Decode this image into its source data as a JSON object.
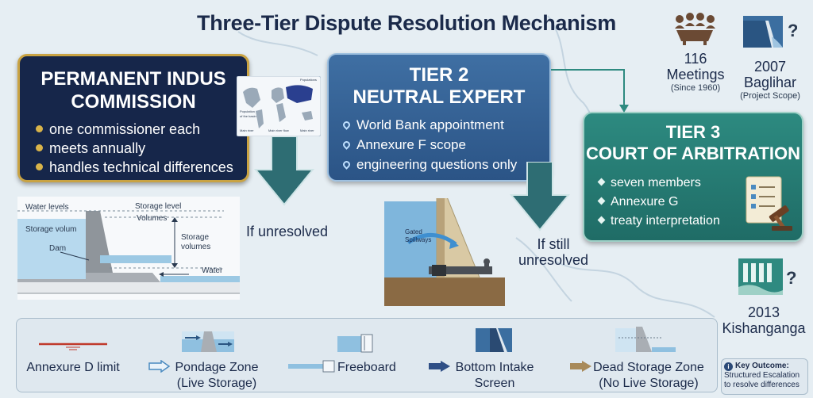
{
  "title": "Three-Tier Dispute Resolution Mechanism",
  "tier1": {
    "title_line1": "PERMANENT INDUS",
    "title_line2": "COMMISSION",
    "bullets": [
      "one commissioner each",
      "meets annually",
      "handles technical differences"
    ]
  },
  "tier2": {
    "title_line1": "TIER 2",
    "title_line2": "NEUTRAL EXPERT",
    "bullets": [
      "World Bank appointment",
      "Annexure F scope",
      "engineering questions only"
    ]
  },
  "tier3": {
    "title_line1": "TIER 3",
    "title_line2": "COURT OF ARBITRATION",
    "bullets": [
      "seven members",
      "Annexure G",
      "treaty interpretation"
    ]
  },
  "flow": {
    "if_unresolved": "If unresolved",
    "if_still_line1": "If still",
    "if_still_line2": "unresolved"
  },
  "stats": {
    "meetings_value": "116",
    "meetings_label": "Meetings",
    "meetings_note": "(Since 1960)",
    "baglihar_year": "2007",
    "baglihar_name": "Baglihar",
    "baglihar_note": "(Project Scope)",
    "kishanganga_year": "2013",
    "kishanganga_name": "Kishanganga"
  },
  "dam_diagram": {
    "water_levels": "Water levels",
    "storage_level": "Storage level",
    "volumes": "Volumes",
    "storage_volum": "Storage volum",
    "storage_volumes_line1": "Storage",
    "storage_volumes_line2": "volumes",
    "dam": "Dam",
    "water": "Water"
  },
  "spillway_diagram": {
    "gated_line1": "Gated",
    "gated_line2": "Spillways"
  },
  "legend": {
    "items": [
      {
        "line1": "Annexure D limit",
        "line2": ""
      },
      {
        "line1": "Pondage Zone",
        "line2": "(Live Storage)"
      },
      {
        "line1": "Freeboard",
        "line2": ""
      },
      {
        "line1": "Bottom Intake",
        "line2": "Screen"
      },
      {
        "line1": "Dead Storage Zone",
        "line2": "(No Live Storage)"
      }
    ],
    "key_title": "Key Outcome:",
    "key_line1": "Structured Escalation",
    "key_line2": "to resolve differences"
  },
  "colors": {
    "tier1": "#16264a",
    "tier1_border": "#c9a343",
    "tier2": "#2f5d91",
    "tier3": "#237a72",
    "arrow": "#2e6d73",
    "annexure_d": "#c0392b"
  },
  "icons": [
    "meeting-table-icon",
    "dam-question-icon",
    "map-inset-icon",
    "scroll-gavel-icon"
  ]
}
